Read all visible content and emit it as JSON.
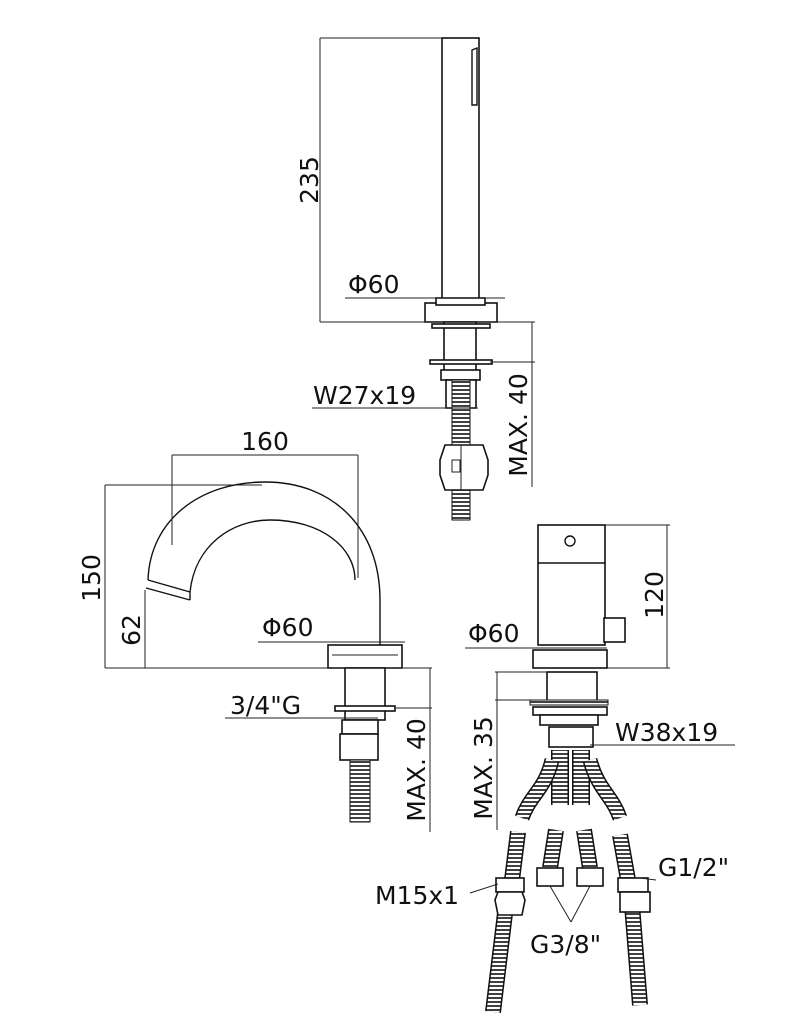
{
  "handshower": {
    "height": "235",
    "diameter": "Φ60",
    "connection": "W27x19",
    "max_deck": "MAX. 40"
  },
  "spout": {
    "reach": "160",
    "height": "150",
    "outlet_height": "62",
    "diameter": "Φ60",
    "connection": "3/4\"G",
    "max_deck": "MAX. 40"
  },
  "mixer": {
    "height": "120",
    "diameter": "Φ60",
    "connection": "W38x19",
    "max_deck": "MAX. 35",
    "hose_m15": "M15x1",
    "hose_g38": "G3/8\"",
    "hose_g12": "G1/2\""
  }
}
